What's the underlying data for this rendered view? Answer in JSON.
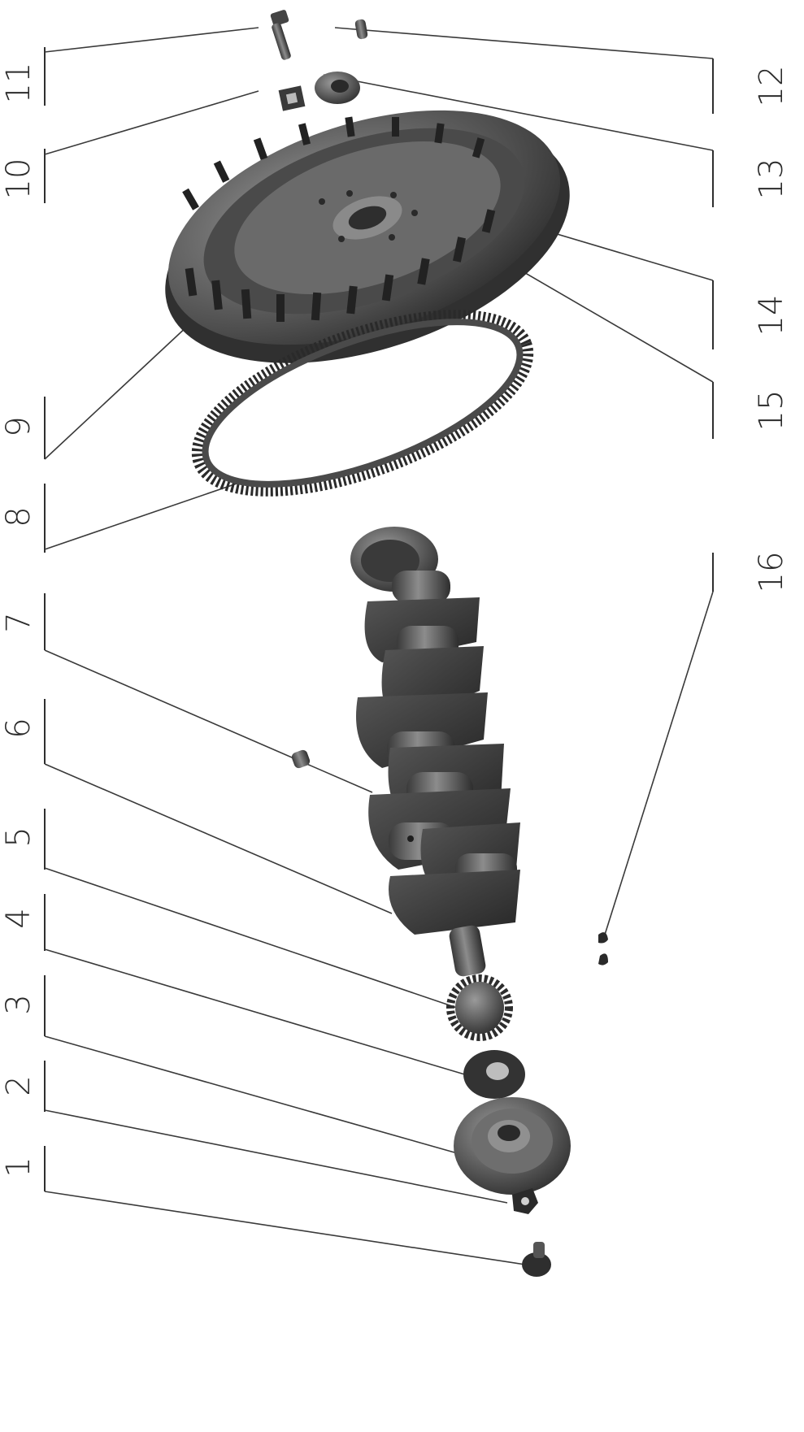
{
  "figure": {
    "background_color": "#ffffff",
    "ink_color": "#2b2b2b",
    "parts_tone": "#5e5e5e"
  },
  "callouts": {
    "left": [
      {
        "id": "callout-1",
        "label": "1"
      },
      {
        "id": "callout-2",
        "label": "2"
      },
      {
        "id": "callout-3",
        "label": "3"
      },
      {
        "id": "callout-4",
        "label": "4"
      },
      {
        "id": "callout-5",
        "label": "5"
      },
      {
        "id": "callout-6",
        "label": "6"
      },
      {
        "id": "callout-7",
        "label": "7"
      },
      {
        "id": "callout-8",
        "label": "8"
      },
      {
        "id": "callout-9",
        "label": "9"
      },
      {
        "id": "callout-10",
        "label": "10"
      },
      {
        "id": "callout-11",
        "label": "11"
      }
    ],
    "right": [
      {
        "id": "callout-12",
        "label": "12"
      },
      {
        "id": "callout-13",
        "label": "13"
      },
      {
        "id": "callout-14",
        "label": "14"
      },
      {
        "id": "callout-15",
        "label": "15"
      },
      {
        "id": "callout-16",
        "label": "16"
      }
    ]
  },
  "parts": [
    {
      "name": "starting-dog-nut",
      "icon": "nut-icon"
    },
    {
      "name": "lock-washer",
      "icon": "washer-icon"
    },
    {
      "name": "crankshaft-pulley",
      "icon": "pulley-icon"
    },
    {
      "name": "oil-thrower",
      "icon": "disc-icon"
    },
    {
      "name": "crankshaft-gear",
      "icon": "gear-icon"
    },
    {
      "name": "crankshaft",
      "icon": "crankshaft-icon"
    },
    {
      "name": "plug",
      "icon": "plug-icon"
    },
    {
      "name": "starter-ring-gear",
      "icon": "ring-gear-icon"
    },
    {
      "name": "flywheel",
      "icon": "flywheel-icon"
    },
    {
      "name": "lock-plate",
      "icon": "plate-icon"
    },
    {
      "name": "flywheel-bolt",
      "icon": "bolt-icon"
    },
    {
      "name": "dowel",
      "icon": "dowel-icon"
    },
    {
      "name": "spigot-bush",
      "icon": "bush-icon"
    },
    {
      "name": "key",
      "icon": "key-icon"
    }
  ]
}
